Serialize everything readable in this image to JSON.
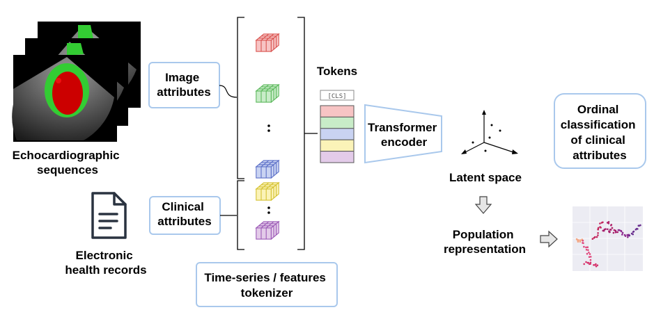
{
  "labels": {
    "echo": [
      "Echocardiographic",
      "sequences"
    ],
    "ehr": [
      "Electronic",
      "health records"
    ],
    "image_attr": [
      "Image",
      "attributes"
    ],
    "clinical_attr": [
      "Clinical",
      "attributes"
    ],
    "tokenizer": [
      "Time-series / features",
      "tokenizer"
    ],
    "tokens": "Tokens",
    "cls": "[CLS]",
    "transformer": [
      "Transformer",
      "encoder"
    ],
    "latent": "Latent space",
    "population": [
      "Population",
      "representation"
    ],
    "ordinal": [
      "Ordinal",
      "classification",
      "of clinical",
      "attributes"
    ]
  },
  "colors": {
    "box_border": "#a9c8ec",
    "red": "#f7c4c4",
    "red_edge": "#d9534f",
    "green": "#c8ecc8",
    "green_edge": "#5cb85c",
    "blue": "#c9d3f2",
    "blue_edge": "#5b6fc7",
    "yellow": "#fbf3b8",
    "yellow_edge": "#d4c130",
    "purple": "#e3cbe9",
    "purple_edge": "#9b59b6"
  },
  "token_colors": [
    "#f7c4c4",
    "#c8ecc8",
    "#c9d3f2",
    "#fbf3b8",
    "#e3cbe9"
  ]
}
